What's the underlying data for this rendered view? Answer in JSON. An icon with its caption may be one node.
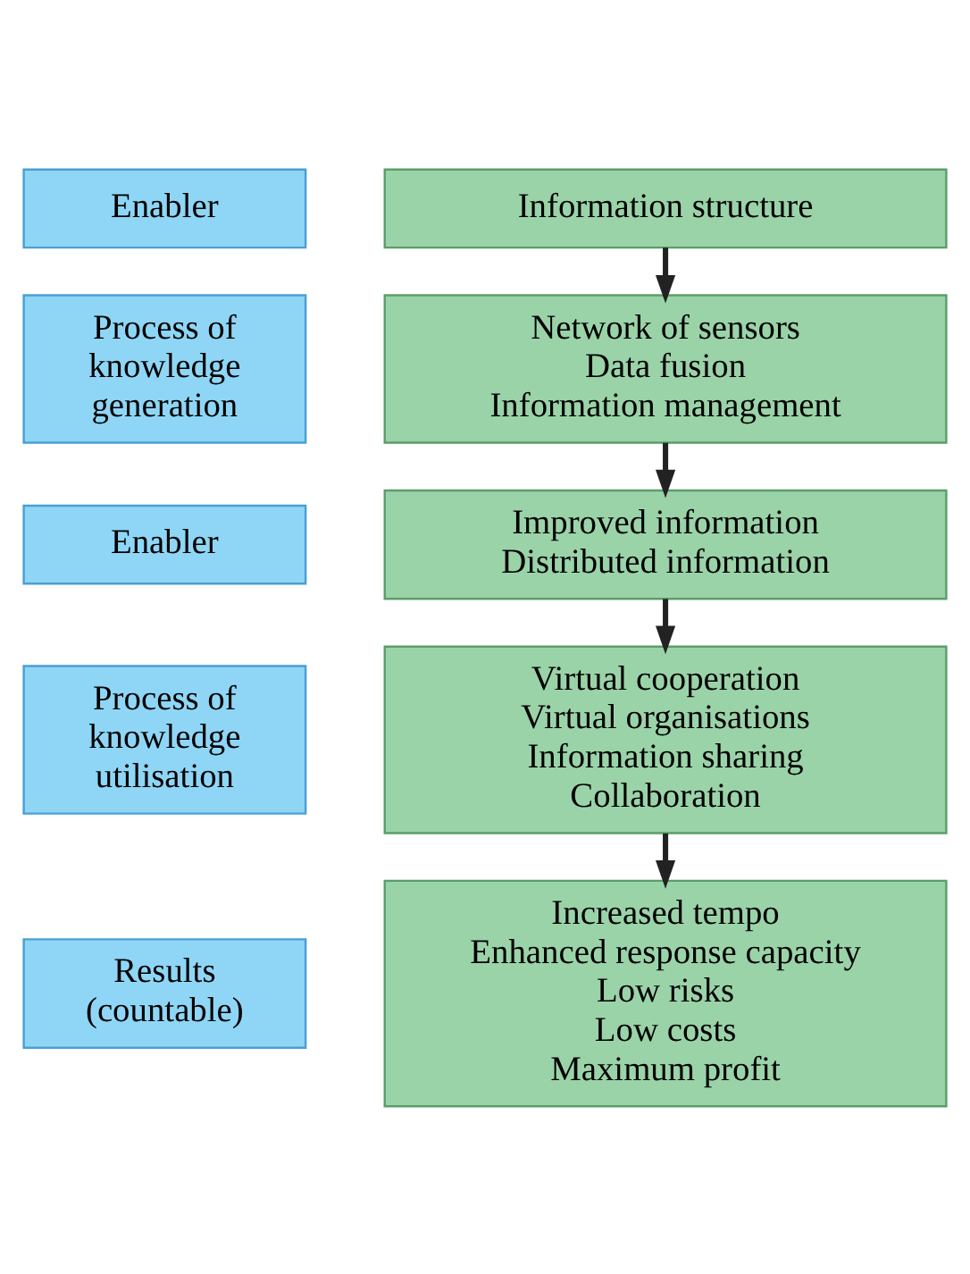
{
  "diagram": {
    "nodes": [
      {
        "text": [
          "Enabler"
        ]
      },
      {
        "text": [
          "Information structure"
        ]
      },
      {
        "text": [
          "Process of knowledge generation"
        ]
      },
      {
        "text": [
          "Network of sensors",
          "Data fusion",
          "Information management"
        ]
      },
      {
        "text": [
          "Enabler"
        ]
      },
      {
        "text": [
          "Improved information",
          "Distributed information"
        ]
      },
      {
        "text": [
          "Process of knowledge utilisation"
        ]
      },
      {
        "text": [
          "Virtual cooperation",
          "Virtual organisations",
          "Information sharing",
          "Collaboration"
        ]
      },
      {
        "text": [
          "Results (countable)"
        ]
      },
      {
        "text": [
          "Increased tempo",
          "Enhanced response capacity",
          "Low risks",
          "Low costs",
          "Maximum profit"
        ]
      }
    ],
    "edges": [
      {
        "from": 1,
        "to": 3,
        "arrow": "to"
      },
      {
        "from": 3,
        "to": 5,
        "arrow": "to"
      },
      {
        "from": 5,
        "to": 7,
        "arrow": "to"
      },
      {
        "from": 7,
        "to": 9,
        "arrow": "to"
      }
    ]
  }
}
